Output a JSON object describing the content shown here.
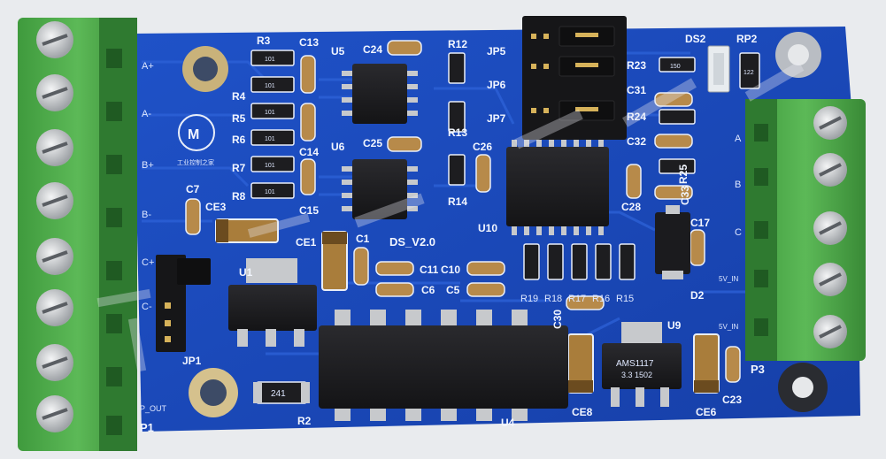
{
  "board": {
    "version_label": "DS_V2.0",
    "connector_labels": {
      "left": "P1",
      "right": "P3"
    },
    "left_terminal_pins": [
      "A+",
      "A-",
      "B+",
      "B-",
      "C+",
      "C-",
      "P_OUT"
    ],
    "right_terminal_pins": [
      "A",
      "B",
      "C",
      "5V_IN",
      "5V_IN"
    ],
    "chips": {
      "u1": "U1",
      "u4": "U4",
      "u5": "U5",
      "u6": "U6",
      "u9": "U9",
      "u10": "U10",
      "d2": "D2"
    },
    "regulator_marking": "AMS1117",
    "regulator_sub": "3.3 1502",
    "jumpers": [
      "JP1",
      "JP5",
      "JP6",
      "JP7"
    ],
    "led_label": "DS2",
    "resistor_pack_labels": [
      "R19",
      "R18",
      "R17",
      "R16",
      "R15"
    ],
    "resistor_marks": {
      "r2": "241",
      "r_small": "101",
      "r23": "150",
      "rp2": "122"
    },
    "designators": {
      "r3": "R3",
      "r4": "R4",
      "r5": "R5",
      "r6": "R6",
      "r7": "R7",
      "r8": "R8",
      "r12": "R12",
      "r13": "R13",
      "r14": "R14",
      "r23": "R23",
      "r24": "R24",
      "r25": "R25",
      "rp2": "RP2",
      "r2": "R2",
      "c1": "C1",
      "c5": "C5",
      "c6": "C6",
      "c7": "C7",
      "c10": "C10",
      "c11": "C11",
      "c13": "C13",
      "c14": "C14",
      "c15": "C15",
      "c17": "C17",
      "c23": "C23",
      "c24": "C24",
      "c25": "C25",
      "c26": "C26",
      "c28": "C28",
      "c30": "C30",
      "c31": "C31",
      "c32": "C32",
      "c33": "C33",
      "ce1": "CE1",
      "ce3": "CE3",
      "ce6": "CE6",
      "ce8": "CE8"
    },
    "watermark_text": "工业控制之家",
    "colors": {
      "pcb": "#1a47b8",
      "pcb_dark": "#123a9c",
      "terminal_green": "#4fa84a",
      "terminal_dark": "#2f7a30",
      "silkscreen": "#f2f6ff",
      "chip": "#1b1b1e",
      "pad": "#c7c9cc"
    }
  }
}
